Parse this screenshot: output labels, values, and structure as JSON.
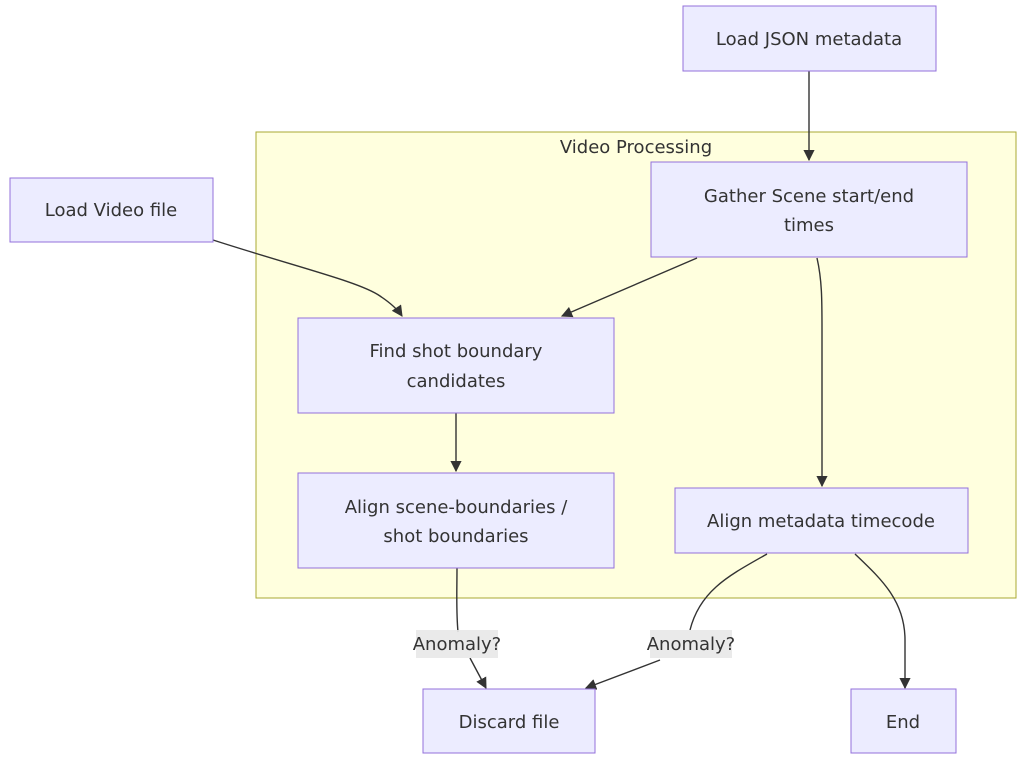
{
  "diagram": {
    "cluster": {
      "title": "Video Processing"
    },
    "nodes": {
      "load_json": {
        "label": "Load JSON metadata"
      },
      "load_video": {
        "label": "Load Video file"
      },
      "gather_scene": {
        "line1": "Gather Scene start/end",
        "line2": "times"
      },
      "find_shot": {
        "line1": "Find shot boundary",
        "line2": "candidates"
      },
      "align_scene": {
        "line1": "Align scene-boundaries /",
        "line2": "shot boundaries"
      },
      "align_meta": {
        "label": "Align metadata timecode"
      },
      "discard": {
        "label": "Discard file"
      },
      "end": {
        "label": "End"
      }
    },
    "edge_labels": {
      "anomaly_left": "Anomaly?",
      "anomaly_right": "Anomaly?"
    },
    "colors": {
      "node_fill": "#ececff",
      "node_stroke": "#9370db",
      "cluster_fill": "#ffffde",
      "cluster_stroke": "#aaaa33",
      "edge": "#333333",
      "edge_label_bg": "#e8e8e8"
    }
  }
}
